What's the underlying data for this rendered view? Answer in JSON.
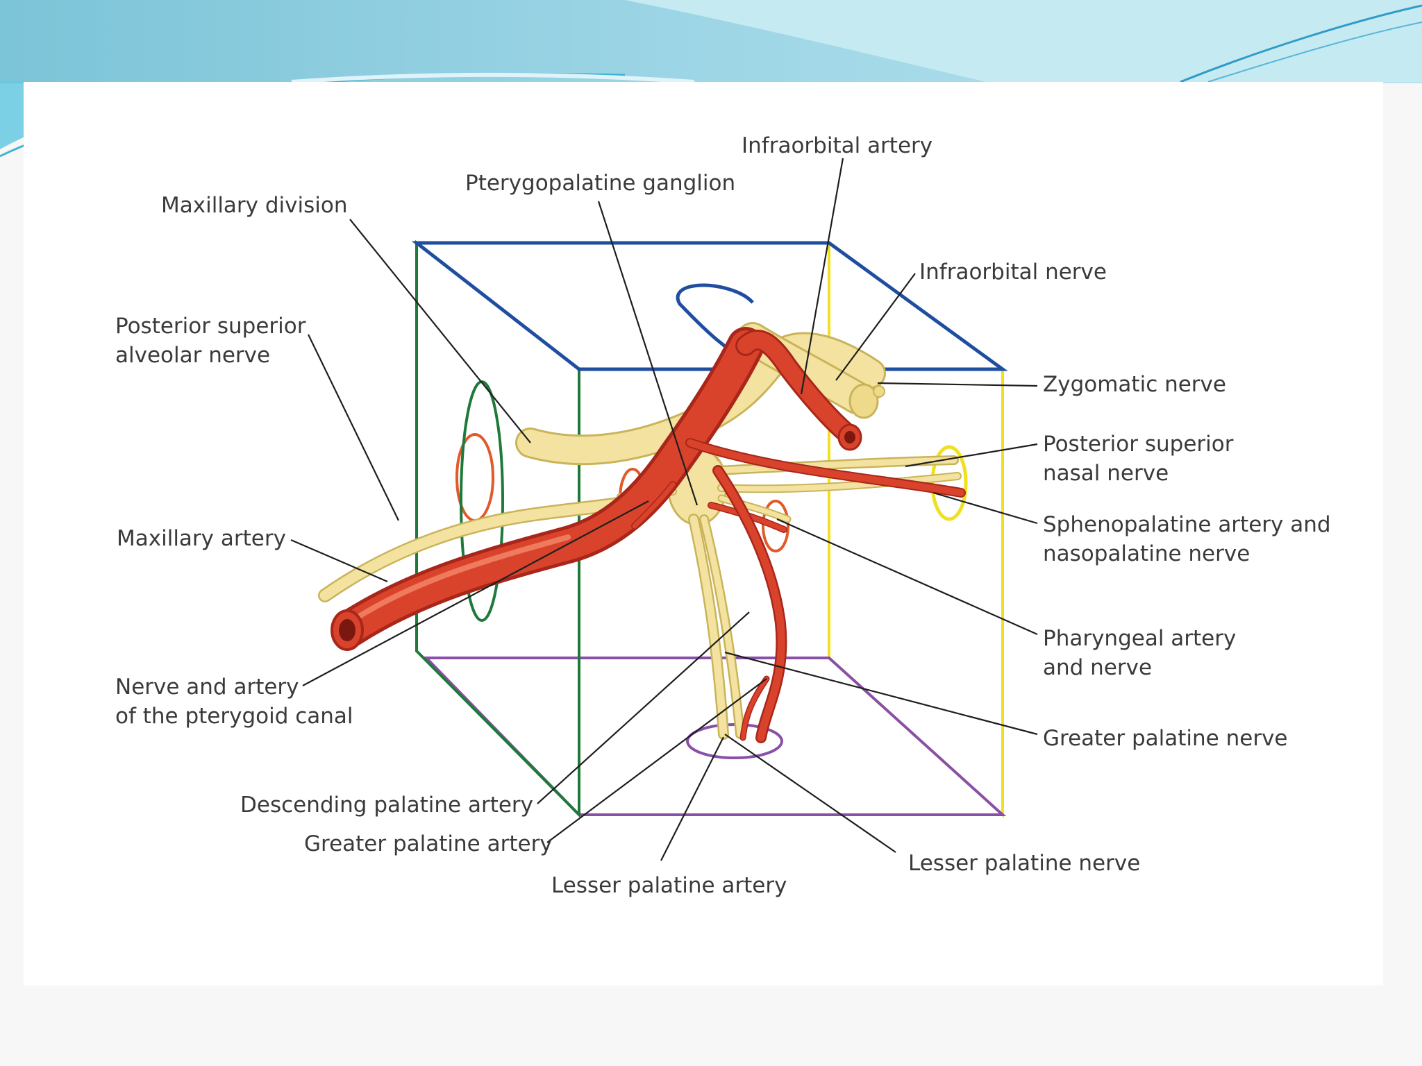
{
  "labels": {
    "infraorbital_artery": "Infraorbital artery",
    "pterygopalatine_ganglion": "Pterygopalatine ganglion",
    "maxillary_division": "Maxillary division",
    "infraorbital_nerve": "Infraorbital nerve",
    "posterior_superior_alveolar_nerve": [
      "Posterior superior",
      "alveolar nerve"
    ],
    "zygomatic_nerve": "Zygomatic nerve",
    "posterior_superior_nasal_nerve": [
      "Posterior superior",
      "nasal nerve"
    ],
    "maxillary_artery": "Maxillary artery",
    "sphenopalatine_artery_nasopalatine_nerve": [
      "Sphenopalatine artery and",
      "nasopalatine nerve"
    ],
    "pharyngeal_artery_nerve": [
      "Pharyngeal artery",
      "and nerve"
    ],
    "nerve_artery_pterygoid_canal": [
      "Nerve and artery",
      "of the pterygoid canal"
    ],
    "greater_palatine_nerve": "Greater palatine nerve",
    "descending_palatine_artery": "Descending palatine artery",
    "greater_palatine_artery": "Greater palatine artery",
    "lesser_palatine_nerve": "Lesser palatine nerve",
    "lesser_palatine_artery": "Lesser palatine artery"
  },
  "colors": {
    "artery": "#d9432b",
    "artery_dark": "#a8261a",
    "nerve": "#f4e3a0",
    "nerve_outline": "#c9b45a",
    "box_top": "#1f4ea0",
    "box_left": "#1e7a3a",
    "box_back": "#e05a2a",
    "box_right": "#f0e020",
    "box_bottom": "#8a4fa8",
    "header_wave": "#7fc6dc"
  }
}
